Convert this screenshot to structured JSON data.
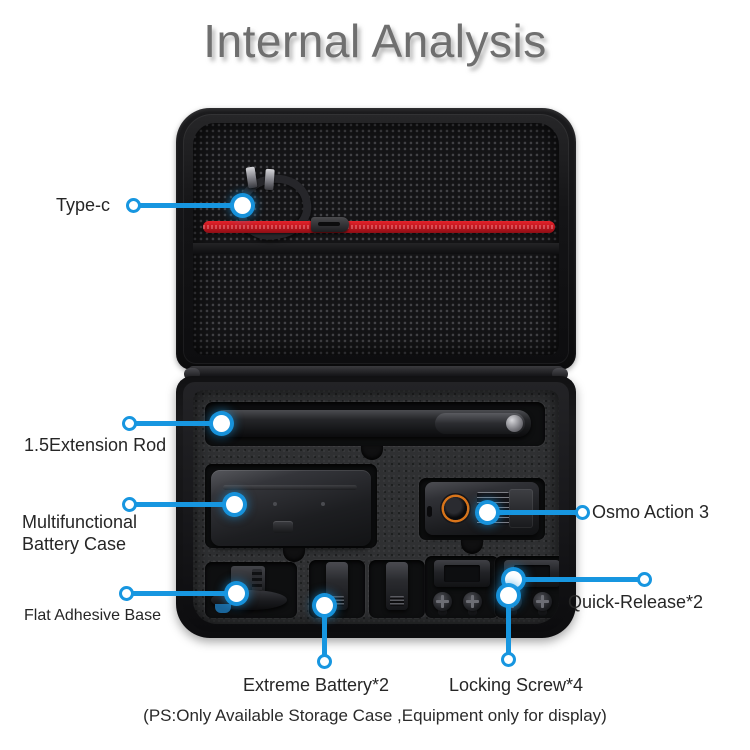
{
  "header": {
    "title": "Internal Analysis"
  },
  "product": {
    "case_description": "Hard storage case shown open: top lid with black mesh pocket and red zipper, bottom foam tray with cut-outs holding accessories",
    "accent_color": "#1796e0",
    "title_color": "#6f6f6f",
    "background_color": "#ffffff",
    "zipper_color": "#c2151d",
    "lens_ring_color": "#d8741a"
  },
  "callouts": [
    {
      "id": "type-c",
      "label": "Type-c",
      "side": "left",
      "target": "usb-c-cable-in-mesh-pocket"
    },
    {
      "id": "extension-rod",
      "label": "1.5Extension Rod",
      "side": "left",
      "target": "extension-rod"
    },
    {
      "id": "battery-case",
      "label": "Multifunctional",
      "label_line2": "Battery Case",
      "side": "left",
      "target": "multifunctional-battery-case"
    },
    {
      "id": "adhesive-base",
      "label": "Flat Adhesive Base",
      "side": "left",
      "target": "flat-adhesive-base"
    },
    {
      "id": "osmo-action-3",
      "label": "Osmo Action 3",
      "side": "right",
      "target": "osmo-action-3-camera"
    },
    {
      "id": "quick-release",
      "label": "Quick-Release*2",
      "side": "right",
      "target": "quick-release-mounts"
    },
    {
      "id": "extreme-battery",
      "label": "Extreme Battery*2",
      "side": "bottom",
      "target": "extreme-batteries"
    },
    {
      "id": "locking-screw",
      "label": "Locking Screw*4",
      "side": "bottom",
      "target": "locking-screws"
    }
  ],
  "footer": {
    "disclaimer": "(PS:Only Available Storage Case ,Equipment only for display)"
  }
}
